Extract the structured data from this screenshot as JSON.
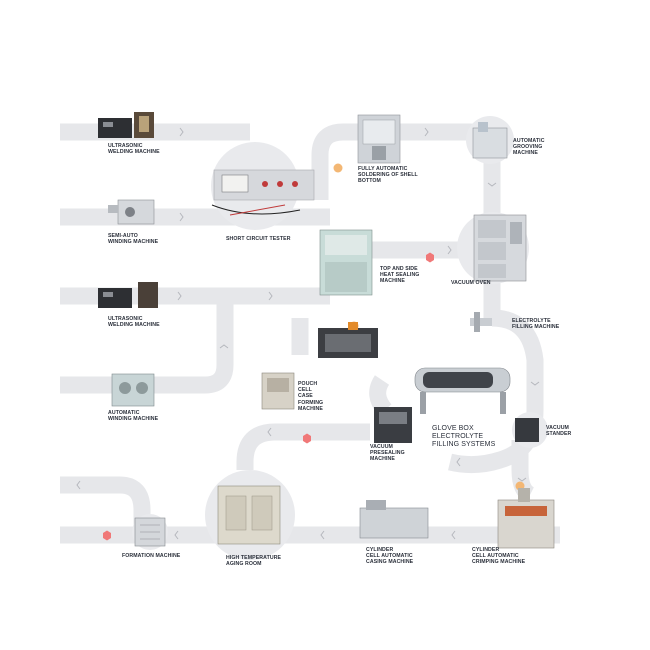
{
  "colors": {
    "path": "#e6e7ea",
    "chevron": "#b5b7bd",
    "hex_marker": "#f07878",
    "dot_marker": "#f3b774",
    "label": "#2a2f3a"
  },
  "machines": {
    "ultrasonic_welding_1": [
      "ULTRASONIC",
      "WELDING MACHINE"
    ],
    "short_circuit_tester": [
      "SHORT CIRCUIT TESTER"
    ],
    "fully_automatic_soldering": [
      "FULLY AUTOMATIC",
      "SOLDERING OF SHELL",
      "BOTTOM"
    ],
    "automatic_grooving": [
      "AUTOMATIC",
      "GROOVING",
      "MACHINE"
    ],
    "semi_auto_winding": [
      "SEMI-AUTO",
      "WINDING MACHINE"
    ],
    "top_side_heat_sealing": [
      "TOP AND SIDE",
      "HEAT SEALING",
      "MACHINE"
    ],
    "vacuum_oven": [
      "VACUUM OVEN"
    ],
    "ultrasonic_welding_2": [
      "ULTRASONIC",
      "WELDING MACHINE"
    ],
    "electrolyte_filling": [
      "ELECTROLYTE",
      "FILLING MACHINE"
    ],
    "pouch_cell_forming": [
      "POUCH",
      "CELL",
      "CASE",
      "FORMING",
      "MACHINE"
    ],
    "automatic_winding": [
      "AUTOMATIC",
      "WINDING MACHINE"
    ],
    "glove_box": [
      "GLOVE BOX",
      "ELECTROLYTE",
      "FILLING SYSTEMS"
    ],
    "vacuum_stander": [
      "VACUUM",
      "STANDER"
    ],
    "vacuum_presealing": [
      "VACUUM",
      "PRESEALING",
      "MACHINE"
    ],
    "formation_machine": [
      "FORMATION MACHINE"
    ],
    "high_temperature_aging": [
      "HIGH TEMPERATURE",
      "AGING ROOM"
    ],
    "cylinder_casing": [
      "CYLINDER",
      "CELL AUTOMATIC",
      "CASING MACHINE"
    ],
    "cylinder_crimping": [
      "CYLINDER",
      "CELL AUTOMATIC",
      "CRIMPING MACHINE"
    ]
  }
}
